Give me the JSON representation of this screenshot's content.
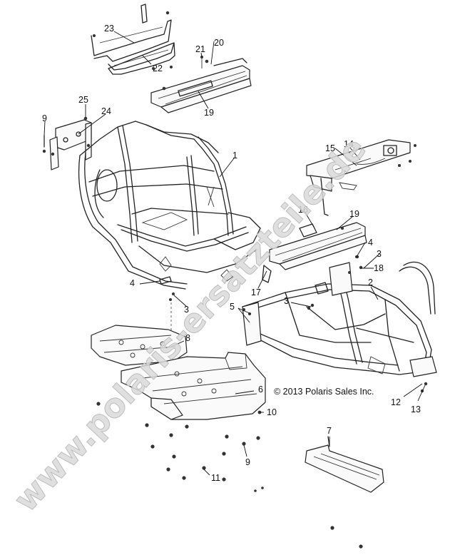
{
  "watermark": "www.polaris-ersatzteile.de",
  "copyright": "© 2013 Polaris Sales Inc.",
  "callouts": [
    {
      "id": "c1",
      "label": "1"
    },
    {
      "id": "c2",
      "label": "2"
    },
    {
      "id": "c3a",
      "label": "3"
    },
    {
      "id": "c3b",
      "label": "3"
    },
    {
      "id": "c3c",
      "label": "3"
    },
    {
      "id": "c4a",
      "label": "4"
    },
    {
      "id": "c4b",
      "label": "4"
    },
    {
      "id": "c5",
      "label": "5"
    },
    {
      "id": "c6",
      "label": "6"
    },
    {
      "id": "c7",
      "label": "7"
    },
    {
      "id": "c8",
      "label": "8"
    },
    {
      "id": "c9a",
      "label": "9"
    },
    {
      "id": "c9b",
      "label": "9"
    },
    {
      "id": "c10",
      "label": "10"
    },
    {
      "id": "c11",
      "label": "11"
    },
    {
      "id": "c12",
      "label": "12"
    },
    {
      "id": "c13",
      "label": "13"
    },
    {
      "id": "c14",
      "label": "14"
    },
    {
      "id": "c15",
      "label": "15"
    },
    {
      "id": "c16",
      "label": "16"
    },
    {
      "id": "c17",
      "label": "17"
    },
    {
      "id": "c18",
      "label": "18"
    },
    {
      "id": "c19a",
      "label": "19"
    },
    {
      "id": "c19b",
      "label": "19"
    },
    {
      "id": "c20",
      "label": "20"
    },
    {
      "id": "c21",
      "label": "21"
    },
    {
      "id": "c22",
      "label": "22"
    },
    {
      "id": "c23",
      "label": "23"
    },
    {
      "id": "c24",
      "label": "24"
    },
    {
      "id": "c25",
      "label": "25"
    }
  ]
}
